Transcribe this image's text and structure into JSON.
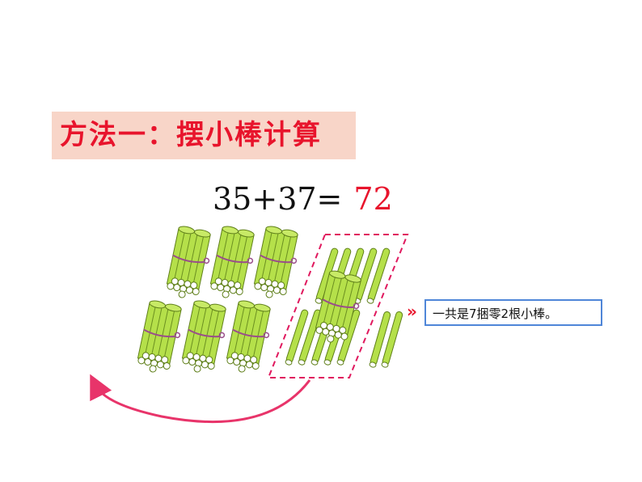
{
  "title": "方法一：摆小棒计算",
  "equation": {
    "expression": "35+37=",
    "answer": "72"
  },
  "note": "一共是7捆零2根小棒。",
  "arrow_glyph": "»",
  "colors": {
    "accent_red": "#e8142c",
    "title_bg": "#f8d5c8",
    "stick_green": "#b5e04a",
    "stick_outline": "#5f7f1a",
    "dashed_box": "#e0195e",
    "curve_arrow": "#e8346a",
    "note_border": "#4f86d8"
  },
  "icons": [
    "stick-bundle-icon",
    "single-stick-icon",
    "curved-arrow-icon",
    "double-chevron-icon"
  ]
}
